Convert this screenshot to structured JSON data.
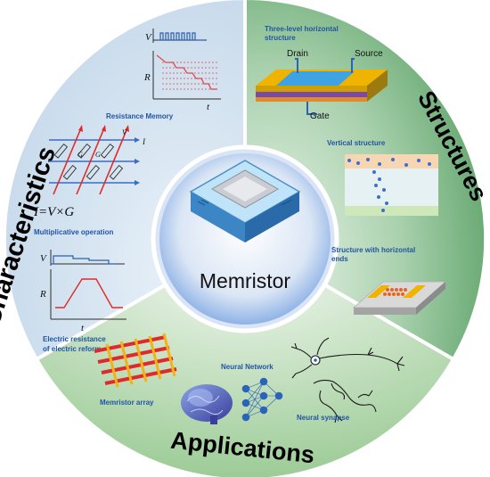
{
  "center": {
    "title": "Memristor"
  },
  "sectors": {
    "characteristics": {
      "title": "Characteristics",
      "resistance_memory": "Resistance Memory",
      "multiplicative": "Multiplicative operation",
      "reform_line1": "Electric resistance",
      "reform_line2": "of electric reform",
      "formula": "I=V×G",
      "axis_v": "V",
      "axis_r": "R",
      "axis_t": "t",
      "axis_i": "I",
      "axis_g": "G"
    },
    "structures": {
      "title": "Structures",
      "three_level_line1": "Three-level horizontal",
      "three_level_line2": "structure",
      "drain": "Drain",
      "source": "Source",
      "gate": "Gate",
      "vertical": "Vertical structure",
      "horiz_ends_line1": "Structure with horizontal",
      "horiz_ends_line2": "ends"
    },
    "applications": {
      "title": "Applications",
      "memristor_array": "Memristor array",
      "neural_network": "Neural Network",
      "neural_synapse": "Neural synapse"
    }
  },
  "colors": {
    "characteristics_bg": "#cfe0ef",
    "structures_bg": "#6fae7a",
    "applications_bg": "#a9d0a4",
    "label_blue": "#2255a4",
    "center_glow": "#8fb3e6"
  }
}
